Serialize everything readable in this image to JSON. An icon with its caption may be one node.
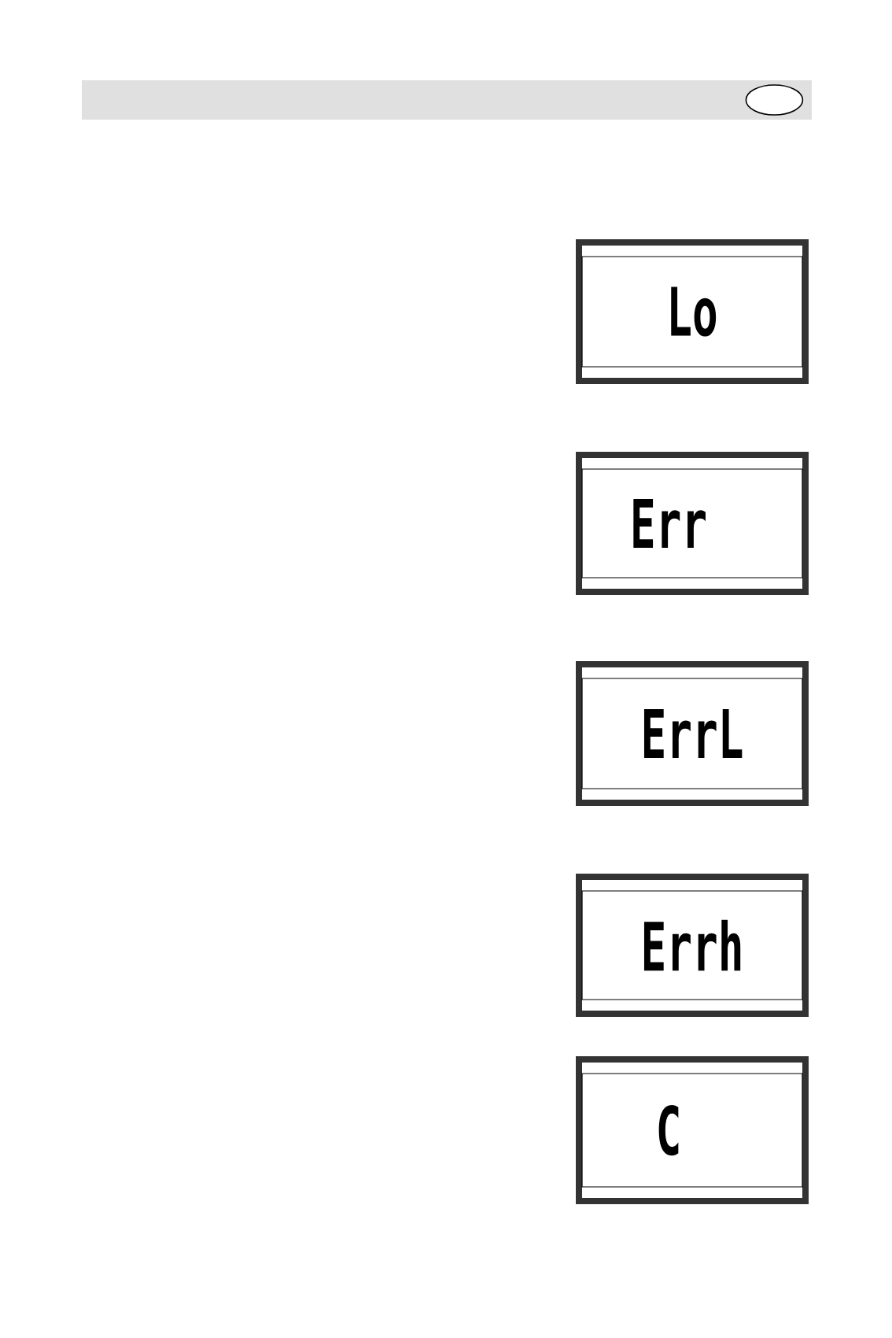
{
  "diagram": {
    "nodes": [
      {
        "text": [],
        "shape": "bar"
      },
      {
        "text": [],
        "shape": "circle",
        "in": 0
      },
      {
        "text": [
          "Lo"
        ]
      },
      {
        "text": [
          "Err"
        ]
      },
      {
        "text": [
          "ErrL"
        ]
      },
      {
        "text": [
          "Errh"
        ]
      },
      {
        "text": [
          "C"
        ]
      }
    ]
  }
}
